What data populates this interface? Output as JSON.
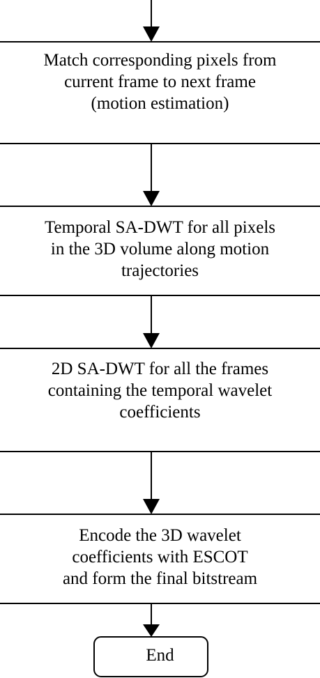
{
  "steps": [
    {
      "id": "motion-estimation",
      "text": "Match corresponding pixels from\ncurrent frame to next frame\n(motion estimation)"
    },
    {
      "id": "temporal-sa-dwt",
      "text": "Temporal SA-DWT for all pixels\nin the 3D volume along motion\ntrajectories"
    },
    {
      "id": "spatial-sa-dwt",
      "text": "2D SA-DWT for all the frames\ncontaining the temporal wavelet\ncoefficients"
    },
    {
      "id": "escot-encoding",
      "text": "Encode the 3D wavelet\ncoefficients with ESCOT\nand form the final bitstream"
    }
  ],
  "terminal": {
    "end_label": "End"
  }
}
